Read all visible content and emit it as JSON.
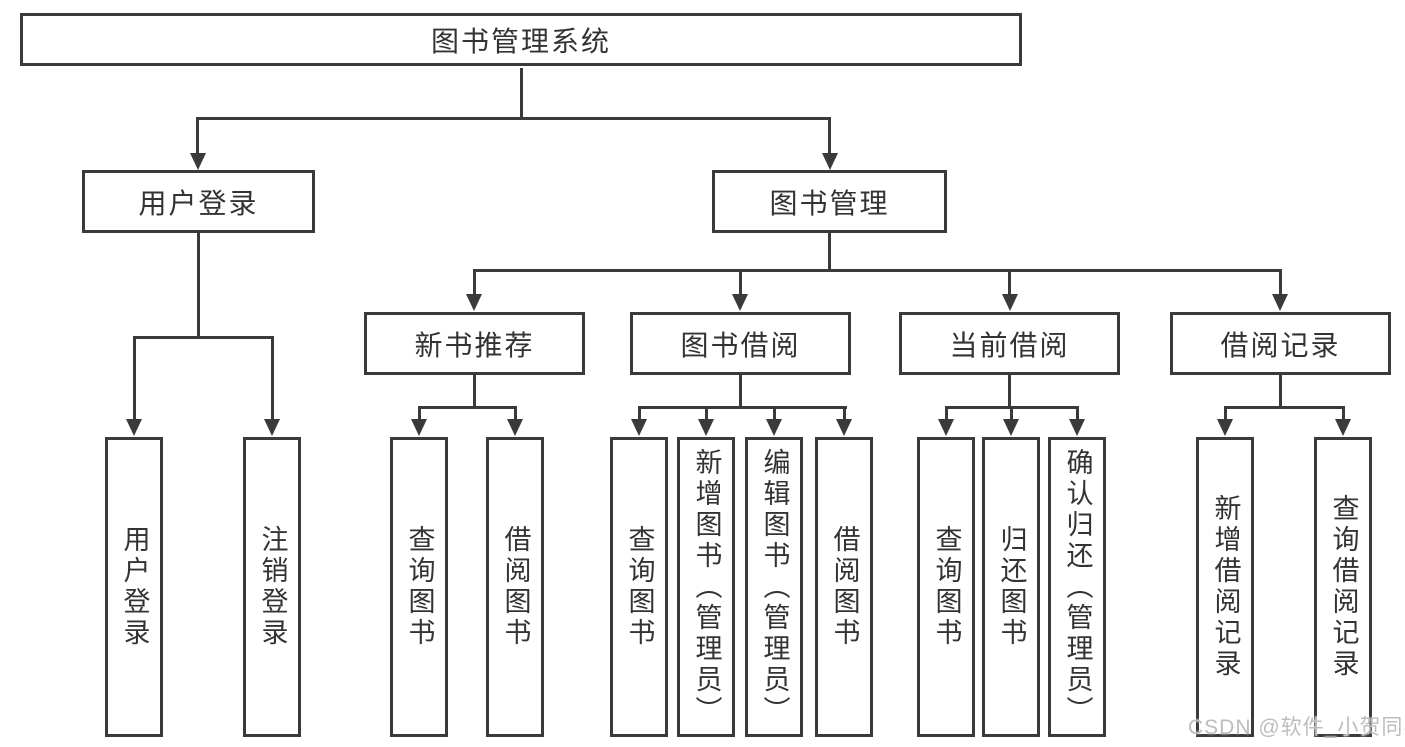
{
  "title": "图书管理系统",
  "branches": {
    "user_login": "用户登录",
    "book_mgmt": "图书管理"
  },
  "modules": {
    "new_books": "新书推荐",
    "borrowing": "图书借阅",
    "current": "当前借阅",
    "records": "借阅记录"
  },
  "functions": {
    "login": "用户登录",
    "logout": "注销登录",
    "nb_search": "查询图书",
    "nb_borrow": "借阅图书",
    "bw_search": "查询图书",
    "bw_add": "新增图书（管理员）",
    "bw_edit": "编辑图书（管理员）",
    "bw_borrow": "借阅图书",
    "cu_search": "查询图书",
    "cu_return": "归还图书",
    "cu_confirm": "确认归还（管理员）",
    "rc_add": "新增借阅记录",
    "rc_search": "查询借阅记录"
  },
  "watermark": "CSDN @软件_小贺同学",
  "colors": {
    "line": "#3a3a3a",
    "text": "#333333",
    "box_fill": "#ffffff",
    "watermark": "#bdbdbd"
  }
}
